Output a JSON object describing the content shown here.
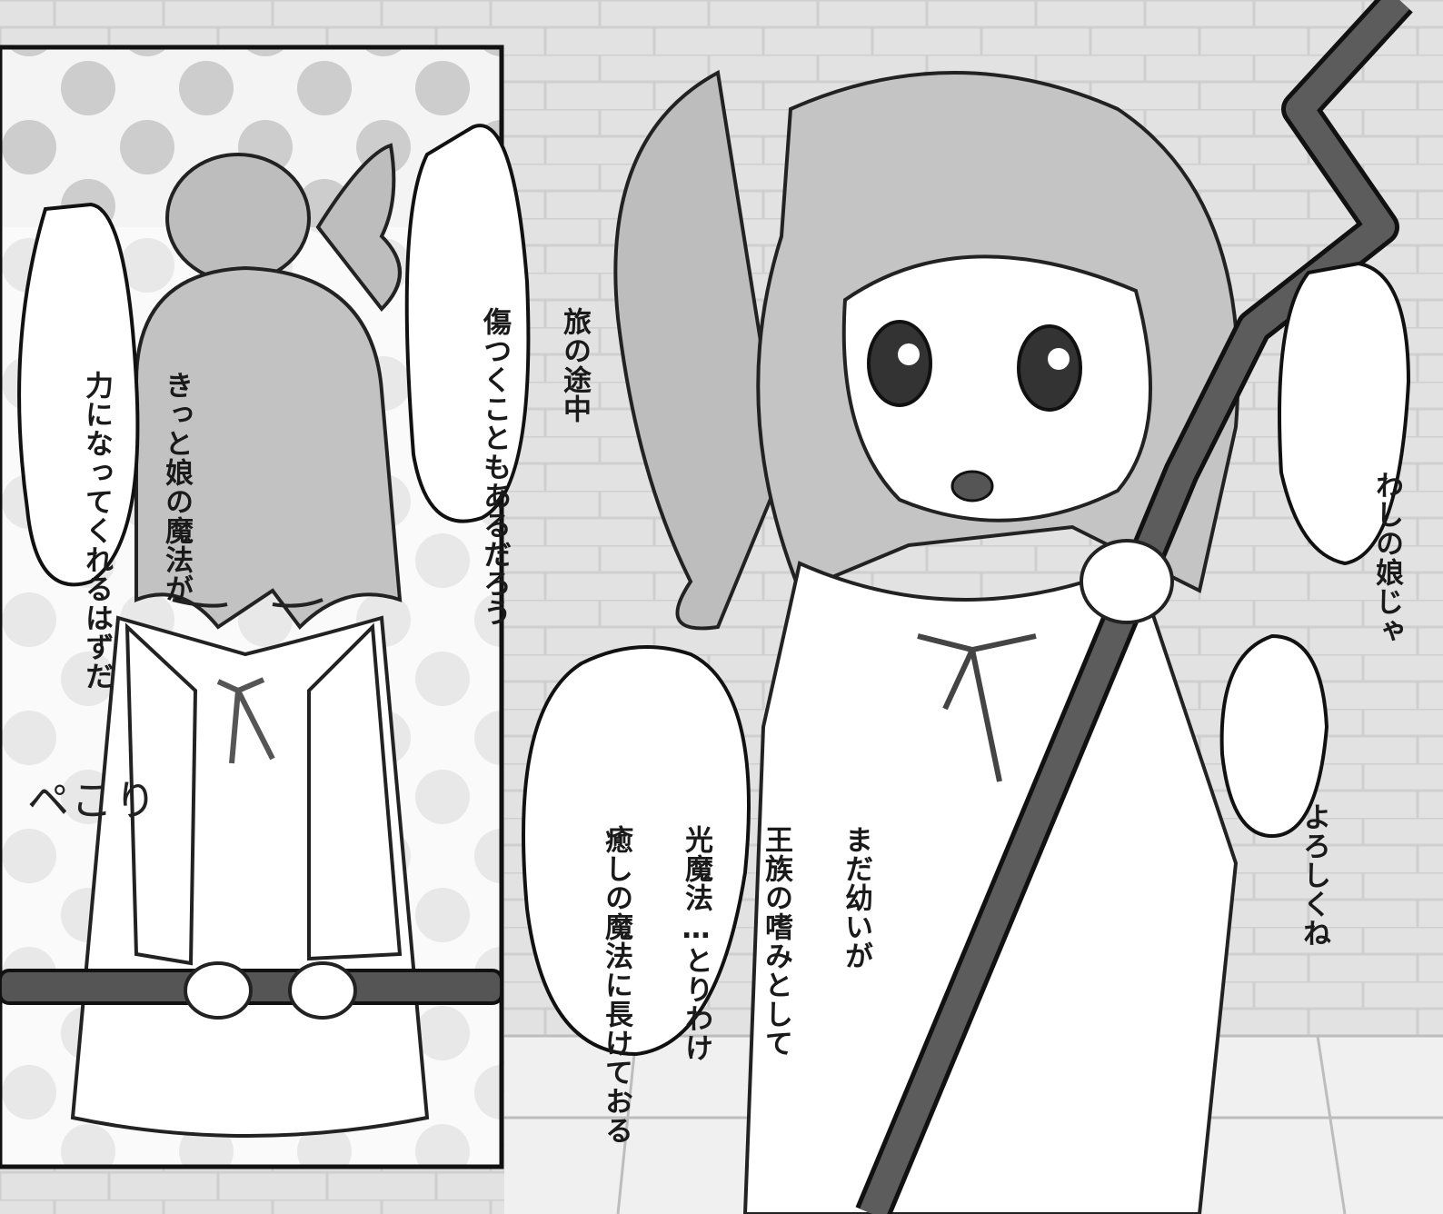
{
  "bubbles": {
    "left_outer": {
      "lines": [
        "きっと娘の魔法が",
        "力になってくれるはずだ"
      ]
    },
    "left_inner": {
      "lines": [
        "旅の途中",
        "傷つくこともあるだろう"
      ]
    },
    "center": {
      "lines": [
        "まだ幼いが",
        "王族の嗜みとして",
        "光魔法…とりわけ",
        "癒しの魔法に長けておる"
      ]
    },
    "right_top": {
      "lines": [
        "わしの娘じゃ"
      ]
    },
    "right_mid": {
      "lines": [
        "よろしくね"
      ]
    }
  },
  "sfx": {
    "bow": "ペこり"
  },
  "colors": {
    "ink": "#1a1a1a",
    "paper": "#ffffff",
    "tone": "#c8c8c8",
    "bg": "#e4e4e4"
  }
}
